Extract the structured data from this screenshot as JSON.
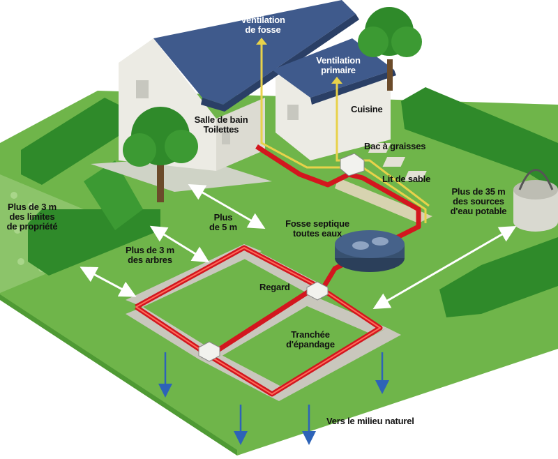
{
  "labels": {
    "ventilation_fosse": "Ventilation\nde fosse",
    "ventilation_primaire": "Ventilation\nprimaire",
    "salle_de_bain": "Salle de bain\nToilettes",
    "cuisine": "Cuisine",
    "bac_graisses": "Bac à graisses",
    "lit_de_sable": "Lit de sable",
    "plus_35m": "Plus de 35 m\ndes sources\nd'eau potable",
    "plus_3m_limites": "Plus de 3 m\ndes limites\nde propriété",
    "plus_5m": "Plus\nde 5 m",
    "fosse_septique": "Fosse septique\ntoutes eaux",
    "plus_3m_arbres": "Plus de 3 m\ndes arbres",
    "regard": "Regard",
    "tranchee": "Tranchée\nd'épandage",
    "milieu_naturel": "Vers le milieu naturel"
  },
  "colors": {
    "lawn": "#6fb54a",
    "lawn_dark": "#4f9a34",
    "hedge": "#2f8a2a",
    "roof": "#3f5a8c",
    "wall": "#ecebe4",
    "pipe_red": "#d3161e",
    "pipe_yellow": "#e8d24a",
    "tank": "#37506f",
    "arrow_blue": "#2d63b8",
    "trench": "#c9c7bd"
  }
}
